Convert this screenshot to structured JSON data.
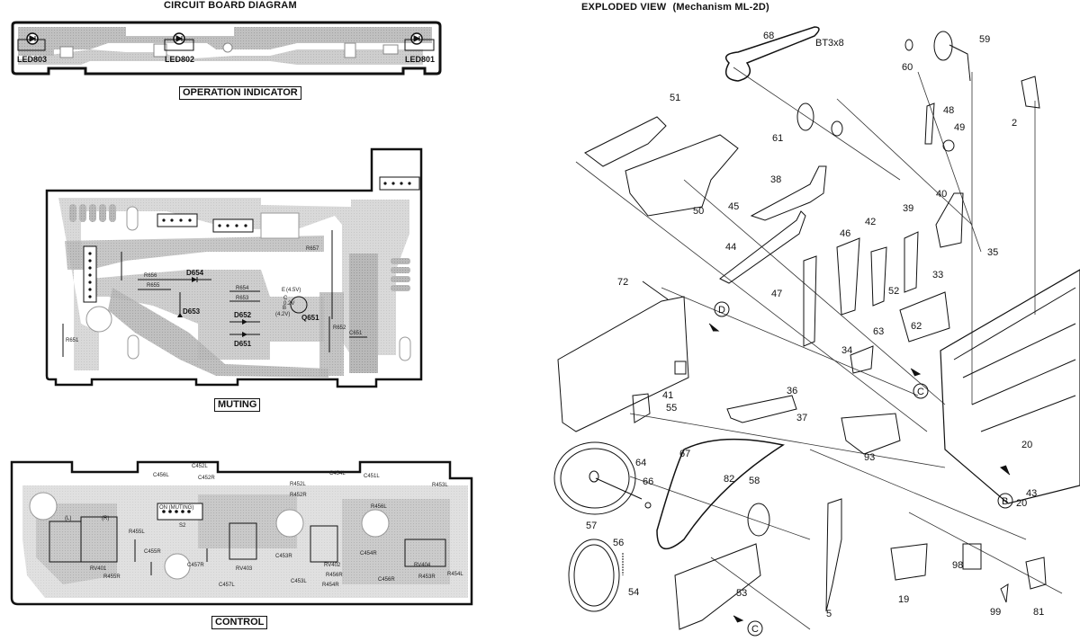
{
  "left": {
    "title": "CIRCUIT BOARD DIAGRAM",
    "operation_indicator": {
      "label": "OPERATION INDICATOR",
      "leds": [
        "LED803",
        "LED802",
        "LED801"
      ]
    },
    "muting": {
      "label": "MUTING",
      "components": {
        "d654": "D654",
        "d653": "D653",
        "d652": "D652",
        "d651": "D651",
        "q651": "Q651",
        "r656": "R656",
        "r655": "R655",
        "r654": "R654",
        "r653": "R653",
        "r652": "R652",
        "r651": "R651",
        "r657": "R657",
        "c651": "C651",
        "q_e": "E",
        "q_c": "C",
        "q_b": "B",
        "q_v1": "(4.5V)",
        "q_v2": "0.2V",
        "q_v3": "(4.2V)"
      }
    },
    "control": {
      "label": "CONTROL",
      "components": {
        "c456l": "C456L",
        "c452l": "C452L",
        "c452r": "C452R",
        "c454l": "C454L",
        "c451l": "C451L",
        "r452l": "R452L",
        "r452r": "R452R",
        "r456l": "R456L",
        "r453l": "R453L",
        "r455l": "R455L",
        "c455r": "C455R",
        "c457r": "C457R",
        "c457l": "C457L",
        "r455r": "R455R",
        "rv401": "RV401",
        "rv403": "RV403",
        "rv402": "RV402",
        "rv404": "RV404",
        "c453r": "C453R",
        "c453l": "C453L",
        "c454r": "C454R",
        "c456r": "C456R",
        "r456r": "R456R",
        "r454r": "R454R",
        "r453r": "R453R",
        "r454l": "R454L",
        "on_muting": "ON (MUTING)",
        "s2": "S2",
        "l1": "(L)",
        "r1": "(R)"
      }
    }
  },
  "right": {
    "title": "EXPLODED VIEW",
    "subtitle": "(Mechanism ML-2D)",
    "screw_label": "BT3x8",
    "parts": [
      "68",
      "60",
      "59",
      "51",
      "61",
      "48",
      "49",
      "2",
      "38",
      "50",
      "45",
      "40",
      "39",
      "42",
      "46",
      "44",
      "35",
      "33",
      "52",
      "47",
      "72",
      "62",
      "34",
      "63",
      "41",
      "36",
      "55",
      "37",
      "93",
      "20",
      "43",
      "64",
      "67",
      "66",
      "82",
      "58",
      "57",
      "56",
      "54",
      "53",
      "5",
      "19",
      "98",
      "99",
      "81"
    ],
    "view_markers": [
      "D",
      "C",
      "B",
      "C"
    ]
  }
}
